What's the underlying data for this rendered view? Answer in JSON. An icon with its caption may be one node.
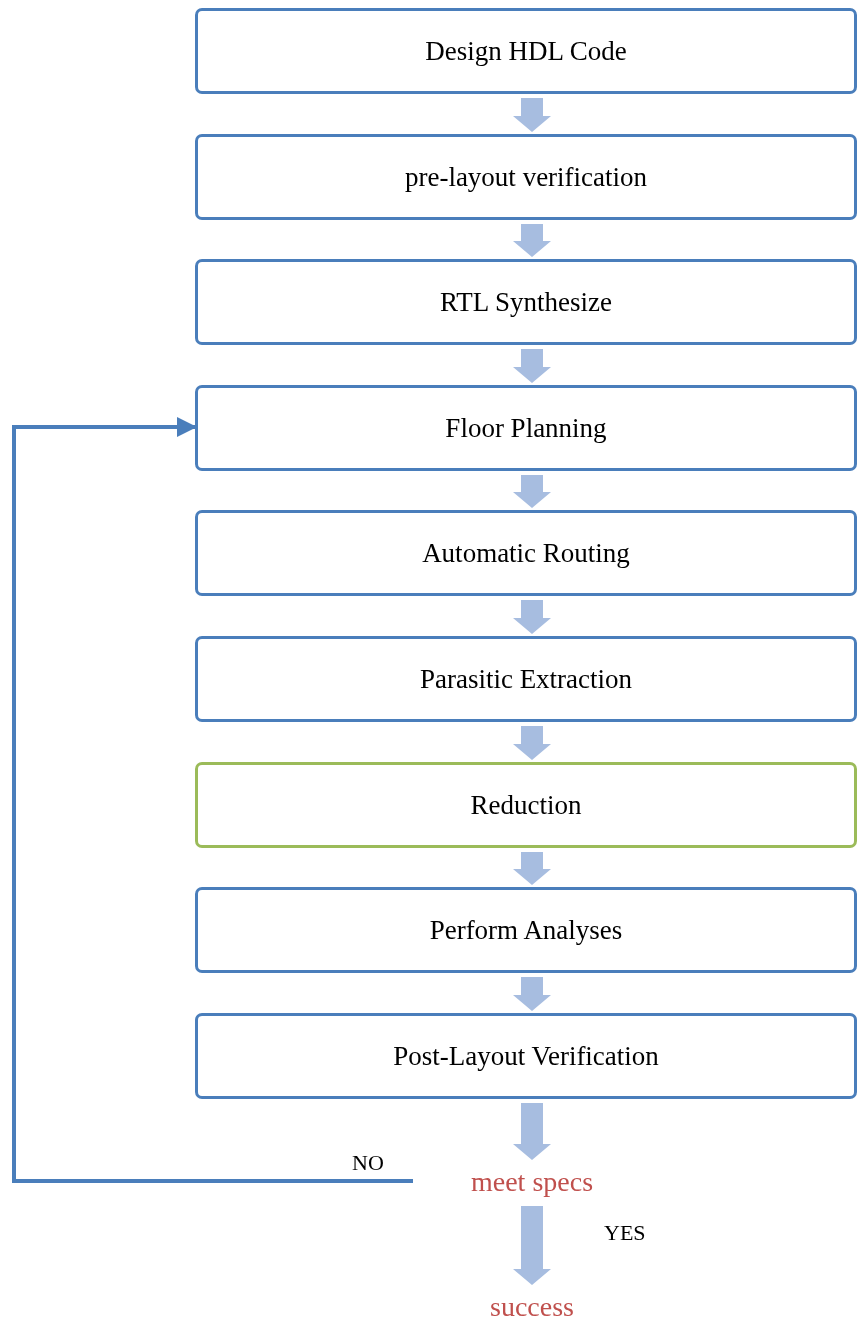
{
  "diagram": {
    "nodes": [
      {
        "text": [
          "Design HDL Code"
        ]
      },
      {
        "text": [
          "pre-layout verification"
        ]
      },
      {
        "text": [
          "RTL Synthesize"
        ]
      },
      {
        "text": [
          "Floor Planning"
        ]
      },
      {
        "text": [
          "Automatic Routing"
        ]
      },
      {
        "text": [
          "Parasitic Extraction"
        ]
      },
      {
        "text": [
          "Reduction"
        ]
      },
      {
        "text": [
          "Perform Analyses"
        ]
      },
      {
        "text": [
          "Post-Layout Verification"
        ]
      },
      {
        "text": [
          "meet specs"
        ]
      },
      {
        "text": [
          "success"
        ]
      }
    ],
    "edges": [
      {
        "from": 0,
        "to": 1,
        "arrow": "to",
        "style": "thick"
      },
      {
        "from": 1,
        "to": 2,
        "arrow": "to",
        "style": "thick"
      },
      {
        "from": 2,
        "to": 3,
        "arrow": "to",
        "style": "thick"
      },
      {
        "from": 3,
        "to": 4,
        "arrow": "to",
        "style": "thick"
      },
      {
        "from": 4,
        "to": 5,
        "arrow": "to",
        "style": "thick"
      },
      {
        "from": 5,
        "to": 6,
        "arrow": "to",
        "style": "thick"
      },
      {
        "from": 6,
        "to": 7,
        "arrow": "to",
        "style": "thick"
      },
      {
        "from": 7,
        "to": 8,
        "arrow": "to",
        "style": "thick"
      },
      {
        "from": 8,
        "to": 9,
        "arrow": "to",
        "style": "thick"
      },
      {
        "from": 9,
        "to": 10,
        "arrow": "to",
        "style": "thick",
        "label": "YES"
      },
      {
        "from": 9,
        "to": 3,
        "arrow": "to",
        "label": "NO",
        "color": "#4a7ebb"
      }
    ]
  }
}
